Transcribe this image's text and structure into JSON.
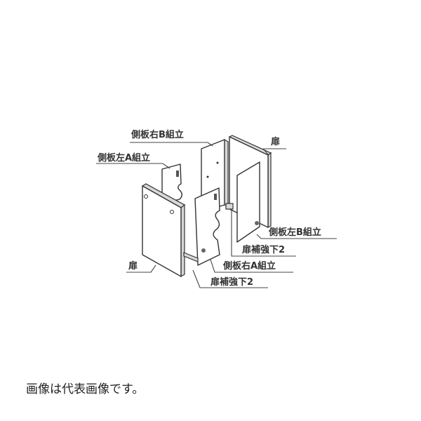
{
  "diagram": {
    "labels": {
      "side_right_b": "側板右B組立",
      "door_right": "扉",
      "side_left_a": "側板左A組立",
      "side_left_b": "側板左B組立",
      "door_reinforce_right": "扉補強下2",
      "side_right_a": "側板右A組立",
      "door_left": "扉",
      "door_reinforce_bottom": "扉補強下2"
    }
  },
  "caption": "画像は代表画像です。"
}
